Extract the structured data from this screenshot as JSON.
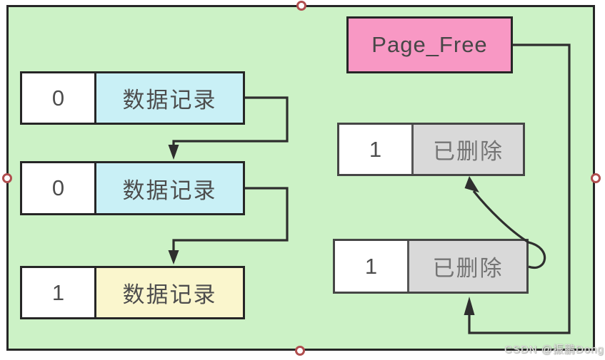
{
  "diagram": {
    "free_list": {
      "label": "Page_Free"
    },
    "records": [
      {
        "flag": "0",
        "label": "数据记录"
      },
      {
        "flag": "0",
        "label": "数据记录"
      },
      {
        "flag": "1",
        "label": "数据记录"
      }
    ],
    "deleted": [
      {
        "flag": "1",
        "label": "已删除"
      },
      {
        "flag": "1",
        "label": "已删除"
      }
    ],
    "colors": {
      "page_fill": "#ccf2c6",
      "record_fill_normal": "#c9f0f6",
      "record_fill_marked": "#faf6cd",
      "deleted_fill": "#d9d9d9",
      "free_label_fill": "#f898c4",
      "outline": "#262626",
      "handle_ring": "#b04e4e"
    },
    "watermark": "CSDN @振鹏Dong"
  }
}
